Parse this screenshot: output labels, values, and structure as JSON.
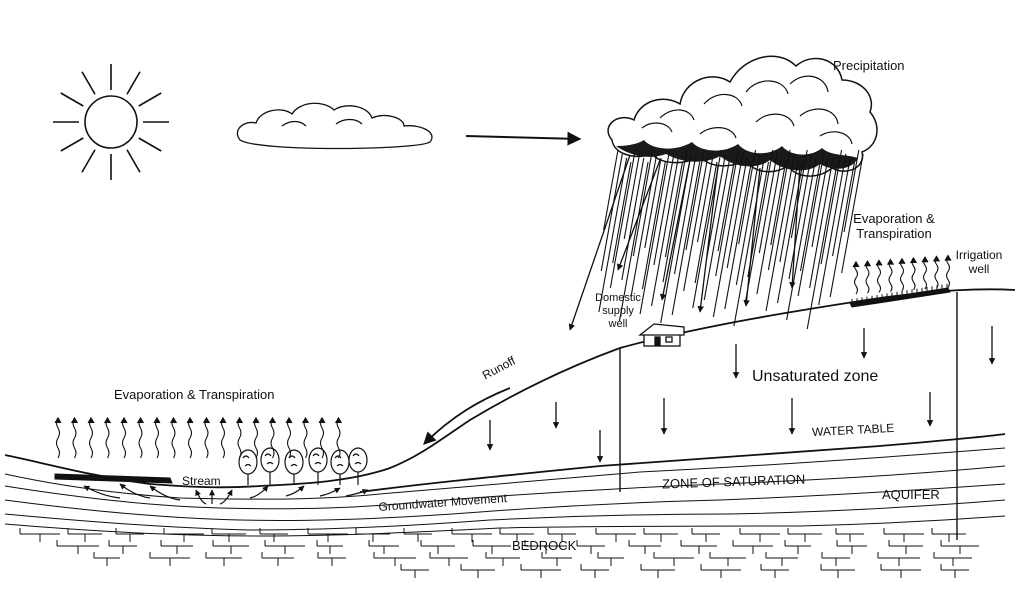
{
  "labels": {
    "precipitation": "Precipitation",
    "evap_right_line1": "Evaporation &",
    "evap_right_line2": "Transpiration",
    "irrigation_line1": "Irrigation",
    "irrigation_line2": "well",
    "domestic_line1": "Domestic",
    "domestic_line2": "supply",
    "domestic_line3": "well",
    "runoff": "Runoff",
    "unsaturated_zone": "Unsaturated zone",
    "water_table": "WATER TABLE",
    "evap_left": "Evaporation & Transpiration",
    "stream": "Stream",
    "groundwater_movement": "Groundwater Movement",
    "zone_of_saturation": "ZONE OF SATURATION",
    "aquifer": "AQUIFER",
    "bedrock": "BEDROCK"
  },
  "icons": {
    "sun": "sun-icon",
    "small_cloud": "cloud-icon",
    "storm_cloud": "storm-cloud-icon",
    "wind_arrow": "arrow-right-icon",
    "house": "house-icon",
    "trees": "tree-icon"
  },
  "colors": {
    "ink": "#111111",
    "background": "#ffffff",
    "cloud_shade": "#1a1a1a"
  }
}
